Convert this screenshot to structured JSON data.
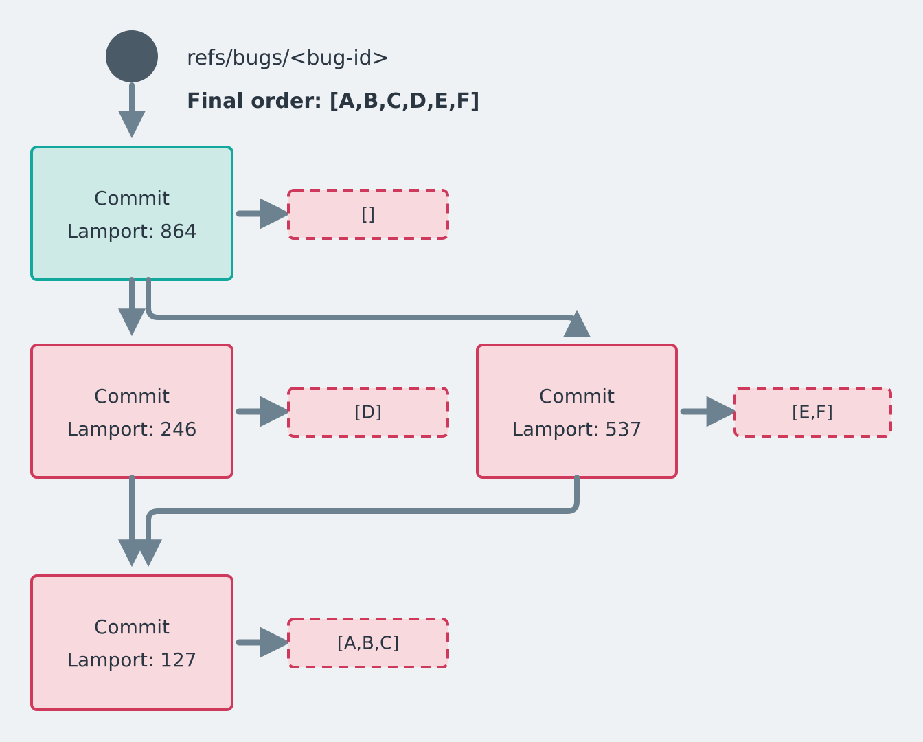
{
  "diagram": {
    "background_color": "#eff2f5",
    "header": {
      "ref_label": "refs/bugs/<bug-id>",
      "final_order_label": "Final order: [A,B,C,D,E,F]",
      "start_node_color": "#4a5a66"
    },
    "colors": {
      "root_fill": "#cdeae7",
      "root_stroke": "#13a89e",
      "commit_fill": "#f8dade",
      "commit_stroke": "#cf3a5c",
      "edge": "#6d8290",
      "text": "#2a3642"
    },
    "nodes": [
      {
        "id": "n864",
        "title": "Commit",
        "lamport": "Lamport: 864",
        "kind": "root",
        "payload": "[]"
      },
      {
        "id": "n246",
        "title": "Commit",
        "lamport": "Lamport: 246",
        "kind": "commit",
        "payload": "[D]"
      },
      {
        "id": "n537",
        "title": "Commit",
        "lamport": "Lamport: 537",
        "kind": "commit",
        "payload": "[E,F]"
      },
      {
        "id": "n127",
        "title": "Commit",
        "lamport": "Lamport: 127",
        "kind": "commit",
        "payload": "[A,B,C]"
      }
    ],
    "edges": [
      {
        "from": "start",
        "to": "n864"
      },
      {
        "from": "n864",
        "to": "n246"
      },
      {
        "from": "n864",
        "to": "n537"
      },
      {
        "from": "n246",
        "to": "n127"
      },
      {
        "from": "n537",
        "to": "n127"
      }
    ]
  }
}
